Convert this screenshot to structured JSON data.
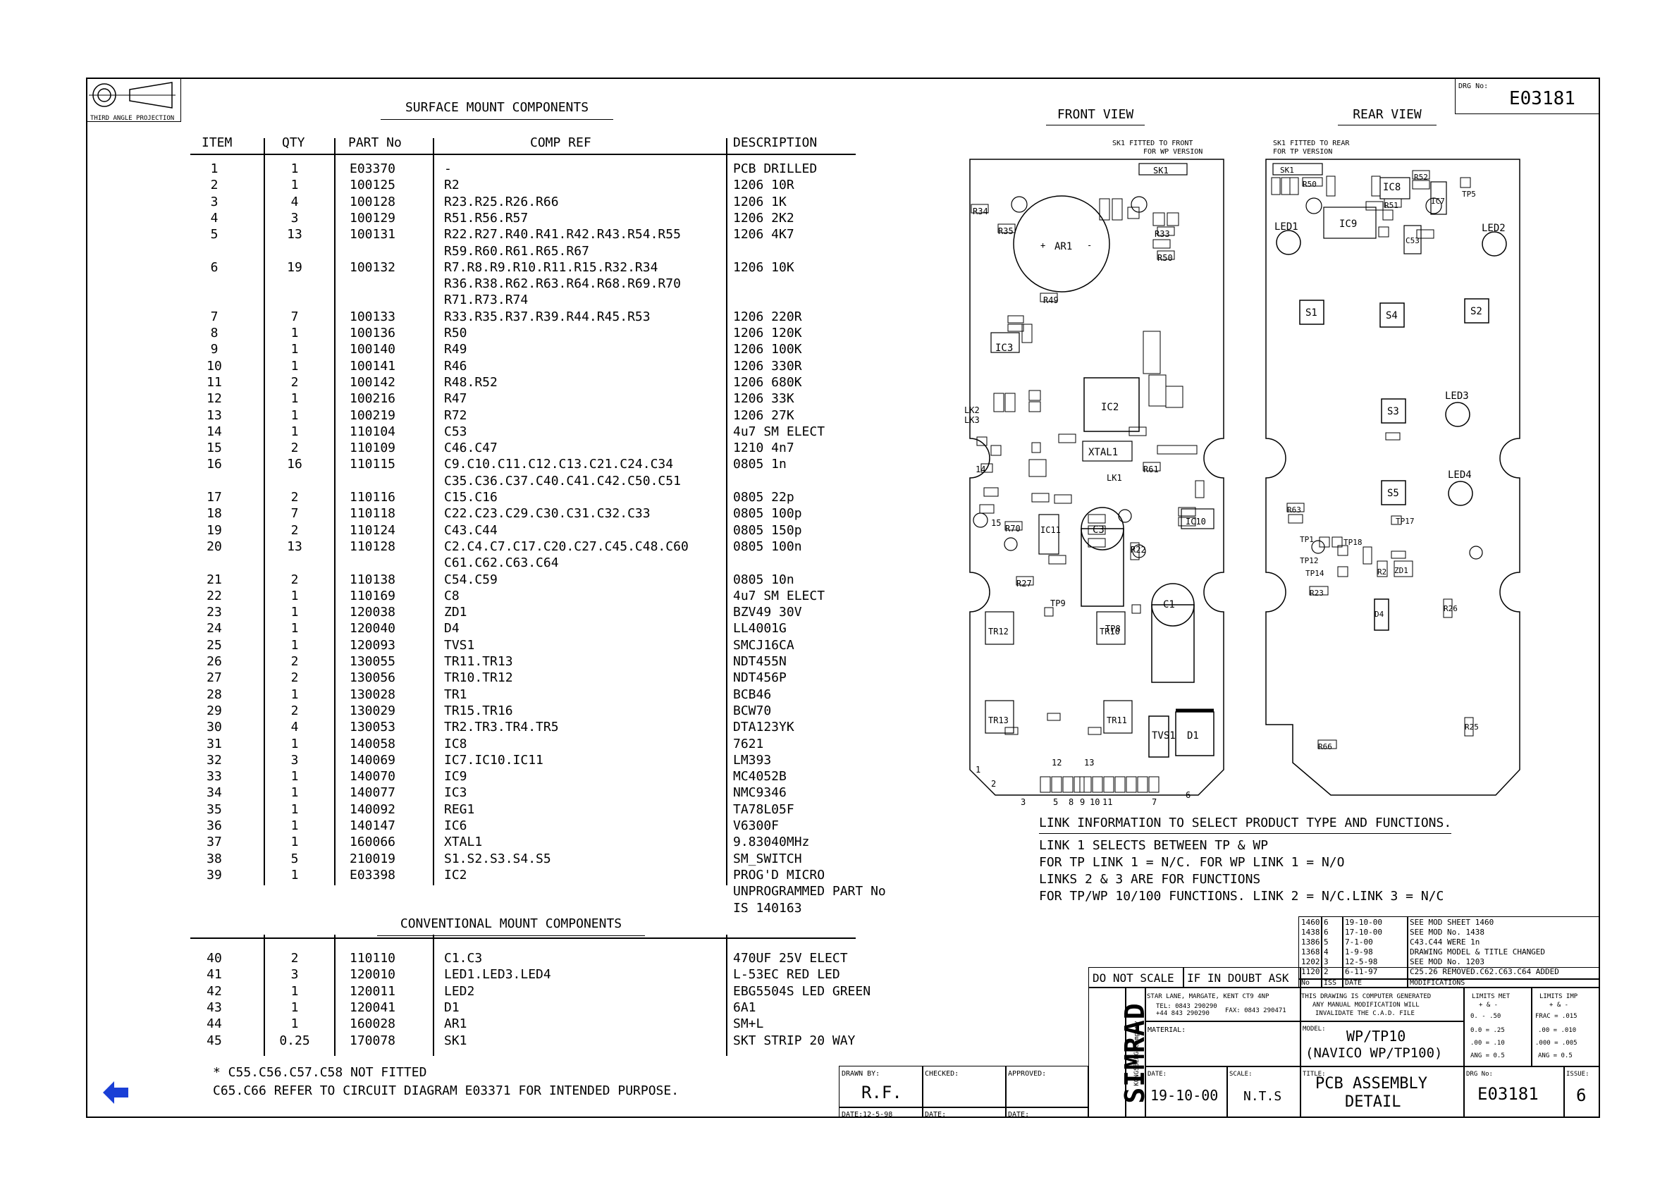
{
  "projection": {
    "label": "THIRD ANGLE PROJECTION"
  },
  "drg_top": {
    "label": "DRG No:",
    "value": "E03181"
  },
  "smc": {
    "title": "SURFACE MOUNT COMPONENTS",
    "headers": [
      "ITEM",
      "QTY",
      "PART No",
      "COMP REF",
      "DESCRIPTION"
    ],
    "rows": [
      [
        "1",
        "1",
        "E03370",
        "-",
        "PCB DRILLED"
      ],
      [
        "2",
        "1",
        "100125",
        "R2",
        "1206 10R"
      ],
      [
        "3",
        "4",
        "100128",
        "R23.R25.R26.R66",
        "1206 1K"
      ],
      [
        "4",
        "3",
        "100129",
        "R51.R56.R57",
        "1206 2K2"
      ],
      [
        "5",
        "13",
        "100131",
        "R22.R27.R40.R41.R42.R43.R54.R55",
        "1206 4K7"
      ],
      [
        "",
        "",
        "",
        "R59.R60.R61.R65.R67",
        ""
      ],
      [
        "6",
        "19",
        "100132",
        "R7.R8.R9.R10.R11.R15.R32.R34",
        "1206 10K"
      ],
      [
        "",
        "",
        "",
        "R36.R38.R62.R63.R64.R68.R69.R70",
        ""
      ],
      [
        "",
        "",
        "",
        "R71.R73.R74",
        ""
      ],
      [
        "7",
        "7",
        "100133",
        "R33.R35.R37.R39.R44.R45.R53",
        "1206 220R"
      ],
      [
        "8",
        "1",
        "100136",
        "R50",
        "1206 120K"
      ],
      [
        "9",
        "1",
        "100140",
        "R49",
        "1206 100K"
      ],
      [
        "10",
        "1",
        "100141",
        "R46",
        "1206 330R"
      ],
      [
        "11",
        "2",
        "100142",
        "R48.R52",
        "1206 680K"
      ],
      [
        "12",
        "1",
        "100216",
        "R47",
        "1206 33K"
      ],
      [
        "13",
        "1",
        "100219",
        "R72",
        "1206 27K"
      ],
      [
        "14",
        "1",
        "110104",
        "C53",
        "4u7 SM ELECT"
      ],
      [
        "15",
        "2",
        "110109",
        "C46.C47",
        "1210 4n7"
      ],
      [
        "16",
        "16",
        "110115",
        "C9.C10.C11.C12.C13.C21.C24.C34",
        "0805 1n"
      ],
      [
        "",
        "",
        "",
        "C35.C36.C37.C40.C41.C42.C50.C51",
        ""
      ],
      [
        "17",
        "2",
        "110116",
        "C15.C16",
        "0805 22p"
      ],
      [
        "18",
        "7",
        "110118",
        "C22.C23.C29.C30.C31.C32.C33",
        "0805 100p"
      ],
      [
        "19",
        "2",
        "110124",
        "C43.C44",
        "0805 150p"
      ],
      [
        "20",
        "13",
        "110128",
        "C2.C4.C7.C17.C20.C27.C45.C48.C60",
        "0805 100n"
      ],
      [
        "",
        "",
        "",
        "C61.C62.C63.C64",
        ""
      ],
      [
        "21",
        "2",
        "110138",
        "C54.C59",
        "0805 10n"
      ],
      [
        "22",
        "1",
        "110169",
        "C8",
        "4u7 SM ELECT"
      ],
      [
        "23",
        "1",
        "120038",
        "ZD1",
        "BZV49 30V"
      ],
      [
        "24",
        "1",
        "120040",
        "D4",
        "LL4001G"
      ],
      [
        "25",
        "1",
        "120093",
        "TVS1",
        "SMCJ16CA"
      ],
      [
        "26",
        "2",
        "130055",
        "TR11.TR13",
        "NDT455N"
      ],
      [
        "27",
        "2",
        "130056",
        "TR10.TR12",
        "NDT456P"
      ],
      [
        "28",
        "1",
        "130028",
        "TR1",
        "BCB46"
      ],
      [
        "29",
        "2",
        "130029",
        "TR15.TR16",
        "BCW70"
      ],
      [
        "30",
        "4",
        "130053",
        "TR2.TR3.TR4.TR5",
        "DTA123YK"
      ],
      [
        "31",
        "1",
        "140058",
        "IC8",
        "7621"
      ],
      [
        "32",
        "3",
        "140069",
        "IC7.IC10.IC11",
        "LM393"
      ],
      [
        "33",
        "1",
        "140070",
        "IC9",
        "MC4052B"
      ],
      [
        "34",
        "1",
        "140077",
        "IC3",
        "NMC9346"
      ],
      [
        "35",
        "1",
        "140092",
        "REG1",
        "TA78L05F"
      ],
      [
        "36",
        "1",
        "140147",
        "IC6",
        "V6300F"
      ],
      [
        "37",
        "1",
        "160066",
        "XTAL1",
        "9.83040MHz"
      ],
      [
        "38",
        "5",
        "210019",
        "S1.S2.S3.S4.S5",
        "SM_SWITCH"
      ],
      [
        "39",
        "1",
        "E03398",
        "IC2",
        "PROG'D MICRO"
      ],
      [
        "",
        "",
        "",
        "",
        "UNPROGRAMMED PART No"
      ],
      [
        "",
        "",
        "",
        "",
        "IS 140163"
      ]
    ]
  },
  "cmc": {
    "title": "CONVENTIONAL MOUNT COMPONENTS",
    "rows": [
      [
        "40",
        "2",
        "110110",
        "C1.C3",
        "470UF 25V ELECT"
      ],
      [
        "41",
        "3",
        "120010",
        "LED1.LED3.LED4",
        "L-53EC RED LED"
      ],
      [
        "42",
        "1",
        "120011",
        "LED2",
        "EBG5504S LED GREEN"
      ],
      [
        "43",
        "1",
        "120041",
        "D1",
        "6A1"
      ],
      [
        "44",
        "1",
        "160028",
        "AR1",
        "SM+L"
      ],
      [
        "45",
        "0.25",
        "170078",
        "SK1",
        "SKT STRIP 20 WAY"
      ]
    ]
  },
  "notes": {
    "line1": "* C55.C56.C57.C58 NOT FITTED",
    "line2": "C65.C66 REFER TO CIRCUIT DIAGRAM E03371 FOR INTENDED PURPOSE."
  },
  "front": {
    "title": "FRONT VIEW",
    "note1": "SK1 FITTED TO FRONT",
    "note2": "FOR WP VERSION",
    "labels": {
      "ar1": "AR1",
      "ic3": "IC3",
      "ic2": "IC2",
      "xtal1": "XTAL1",
      "c3": "C3",
      "c1": "C1",
      "ic10": "IC10",
      "ic11": "IC11",
      "d1": "D1",
      "tvs1": "TVS1",
      "tr12": "TR12",
      "tr10": "TR10",
      "tr13": "TR13",
      "tr11": "TR11",
      "tp9": "TP9",
      "tp8": "TP8",
      "sk1": "SK1",
      "r49": "R49",
      "r35": "R35",
      "r34": "R34",
      "r33": "R33",
      "r50": "R50",
      "r61": "R61",
      "r27": "R27",
      "r22": "R22",
      "r70": "R70",
      "lk2": "LK2",
      "lk3": "LK3",
      "lk1": "LK1",
      "n14": "14",
      "n15": "15",
      "n1": "1",
      "n2": "2",
      "n3": "3",
      "n5": "5",
      "n8": "8",
      "n9": "9",
      "n10": "10",
      "n11": "11",
      "n7": "7",
      "n6": "6",
      "n12": "12",
      "n13": "13",
      "plus": "+",
      "minus": "-"
    }
  },
  "rear": {
    "title": "REAR VIEW",
    "note1": "SK1 FITTED TO REAR",
    "note2": "FOR TP VERSION",
    "labels": {
      "led1": "LED1",
      "led2": "LED2",
      "led3": "LED3",
      "led4": "LED4",
      "s1": "S1",
      "s2": "S2",
      "s3": "S3",
      "s4": "S4",
      "s5": "S5",
      "ic8": "IC8",
      "ic9": "IC9",
      "ic7": "IC7",
      "c53": "C53",
      "tp5": "TP5",
      "tp17": "TP17",
      "tp18": "TP18",
      "tp12": "TP12",
      "tp14": "TP14",
      "tp1": "TP1",
      "zd1": "ZD1",
      "r23": "R23",
      "r26": "R26",
      "r25": "R25",
      "r66": "R66",
      "r63": "R63",
      "r51": "R51",
      "r52": "R52",
      "r50": "R50",
      "d4": "D4",
      "sk1": "SK1",
      "r2": "R2"
    }
  },
  "link_info": {
    "title": "LINK INFORMATION TO SELECT PRODUCT TYPE AND FUNCTIONS.",
    "l1": "LINK 1 SELECTS BETWEEN TP & WP",
    "l2": "FOR TP LINK 1 = N/C. FOR WP LINK 1 = N/O",
    "l3": "LINKS 2 & 3 ARE FOR FUNCTIONS",
    "l4": "FOR TP/WP 10/100 FUNCTIONS. LINK 2 = N/C.LINK 3 = N/C"
  },
  "mods": {
    "rows": [
      [
        "1460",
        "6",
        "19-10-00",
        "SEE MOD SHEET 1460"
      ],
      [
        "1438",
        "6",
        "17-10-00",
        "SEE MOD No. 1438"
      ],
      [
        "1386",
        "5",
        "7-1-00",
        "C43.C44 WERE 1n"
      ],
      [
        "1368",
        "4",
        "1-9-98",
        "DRAWING MODEL & TITLE CHANGED"
      ],
      [
        "1202",
        "3",
        "12-5-98",
        "SEE MOD No. 1203"
      ],
      [
        "1120",
        "2",
        "6-11-97",
        "C25.26 REMOVED.C62.C63.C64 ADDED"
      ]
    ],
    "head": [
      "No",
      "ISS",
      "DATE",
      "MODIFICATIONS"
    ]
  },
  "title_block": {
    "do_not_scale": "DO NOT SCALE",
    "if_in_doubt": "IF IN DOUBT ASK",
    "company": "SIMRAD",
    "company_sub": "A KONGSBERG Company",
    "address": "STAR LANE, MARGATE, KENT CT9 4NP",
    "tel": "TEL: 0843 290290",
    "tel2": "+44 843 290290",
    "fax": "FAX: 0843 290471",
    "computer1": "THIS DRAWING IS COMPUTER GENERATED",
    "computer2": "ANY MANUAL MODIFICATION WILL",
    "computer3": "INVALIDATE THE C.A.D. FILE",
    "limits_met": "LIMITS MET",
    "limits_imp": "LIMITS IMP",
    "pm": "+ & -",
    "met1": "0. - .50",
    "met2": "0.0 = .25",
    "met3": ".00 = .10",
    "met4": "ANG = 0.5",
    "imp1": "FRAC = .015",
    "imp2": ".00 = .010",
    "imp3": ".000 = .005",
    "imp4": "ANG = 0.5",
    "material": "MATERIAL:",
    "model_label": "MODEL:",
    "model1": "WP/TP10",
    "model2": "(NAVICO WP/TP100)",
    "drawn_by_label": "DRAWN BY:",
    "drawn_by": "R.F.",
    "drawn_date": "DATE:12-5-98",
    "checked_label": "CHECKED:",
    "checked_date": "DATE:",
    "approved_label": "APPROVED:",
    "approved_date": "DATE:",
    "date_label": "DATE:",
    "date": "19-10-00",
    "scale_label": "SCALE:",
    "scale": "N.T.S",
    "title_label": "TITLE:",
    "title1": "PCB ASSEMBLY",
    "title2": "DETAIL",
    "drg_label": "DRG No:",
    "drg": "E03181",
    "issue_label": "ISSUE:",
    "issue": "6"
  },
  "colors": {
    "arrow": "#1a3fd6"
  }
}
